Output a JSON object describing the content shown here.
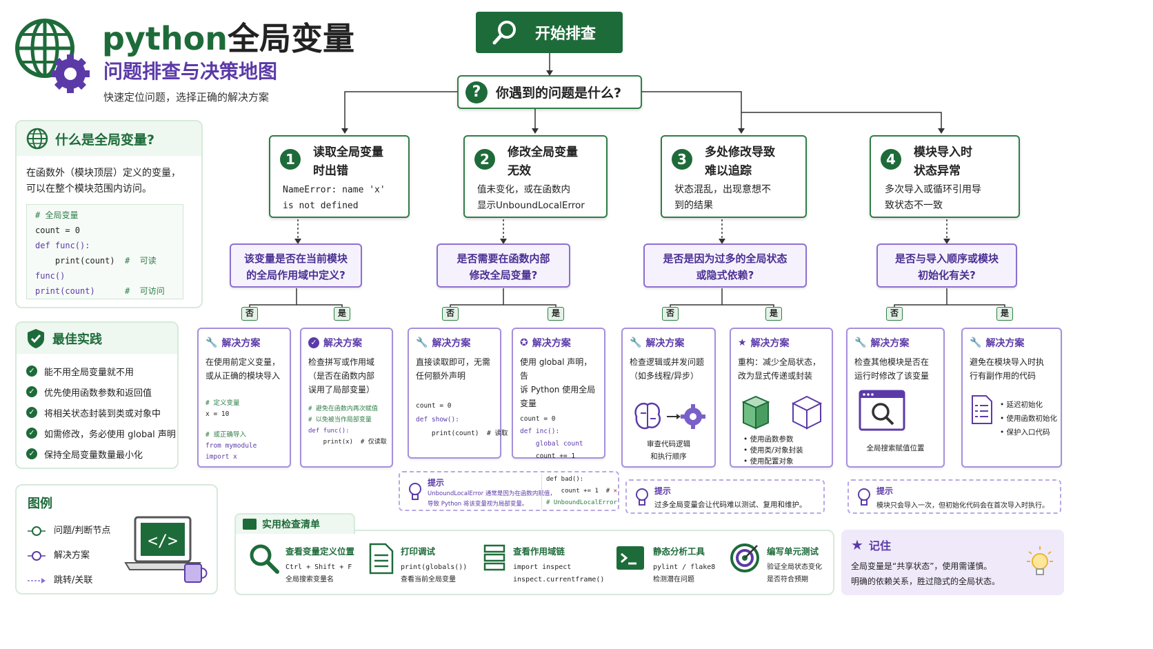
{
  "header": {
    "title_en": "python",
    "title_cn": "全局变量",
    "subtitle": "问题排查与决策地图",
    "desc": "快速定位问题，选择正确的解决方案"
  },
  "start": {
    "label": "开始排查"
  },
  "question": {
    "label": "你遇到的问题是什么?"
  },
  "what": {
    "title": "什么是全局变量?",
    "desc1": "在函数外（模块顶层）定义的变量，",
    "desc2": "可以在整个模块范围内访问。",
    "code": [
      {
        "code": "",
        "comment": "#  全局变量"
      },
      {
        "code": "count = 0",
        "comment": ""
      },
      {
        "code": "def func():",
        "comment": ""
      },
      {
        "code": "    print(count)",
        "comment": "  #  可读"
      },
      {
        "code": "func()",
        "comment": ""
      },
      {
        "code": "print(count)",
        "comment": "      #  可访问"
      }
    ]
  },
  "best": {
    "title": "最佳实践",
    "items": [
      "能不用全局变量就不用",
      "优先使用函数参数和返回值",
      "将相关状态封装到类或对象中",
      "如需修改，务必使用 global 声明",
      "保持全局变量数量最小化"
    ]
  },
  "legend": {
    "title": "图例",
    "items": [
      "问题/判断节点",
      "解决方案",
      "跳转/关联"
    ]
  },
  "problems": [
    {
      "num": "1",
      "title1": "读取全局变量",
      "title2": "时出错",
      "d1": "NameError: name 'x'",
      "d2": "is not defined"
    },
    {
      "num": "2",
      "title1": "修改全局变量",
      "title2": "无效",
      "d1": "值未变化，或在函数内",
      "d2": "显示UnboundLocalError"
    },
    {
      "num": "3",
      "title1": "多处修改导致",
      "title2": "难以追踪",
      "d1": "状态混乱，出现意想不",
      "d2": "到的结果"
    },
    {
      "num": "4",
      "title1": "模块导入时",
      "title2": "状态异常",
      "d1": "多次导入或循环引用导",
      "d2": "致状态不一致"
    }
  ],
  "decisions": [
    {
      "l1": "该变量是否在当前模块",
      "l2": "的全局作用域中定义?"
    },
    {
      "l1": "是否需要在函数内部",
      "l2": "修改全局变量?"
    },
    {
      "l1": "是否是因为过多的全局状态",
      "l2": "或隐式依赖?"
    },
    {
      "l1": "是否与导入顺序或模块",
      "l2": "初始化有关?"
    }
  ],
  "tags": {
    "no": "否",
    "yes": "是"
  },
  "sol_title": "解决方案",
  "solutions": [
    {
      "b1": "在使用前定义变量，",
      "b2": "或从正确的模块导入",
      "c1": "# 定义变量",
      "c2": "x = 10",
      "c3": "# 或正确导入",
      "c4": "from mymodule import x"
    },
    {
      "b1": "检查拼写或作用域",
      "b2": "（是否在函数内部",
      "b3": "误用了局部变量）",
      "c1": "# 避免在函数内再次赋值",
      "c2": "# 以免被当作局部变量",
      "c3": "def func():",
      "c4": "    print(x)  # 仅读取"
    },
    {
      "b1": "直接读取即可，无需",
      "b2": "任何额外声明",
      "c1": "count = 0",
      "c2": "def show():",
      "c3": "    print(count)  # 读取"
    },
    {
      "b1": "使用 global 声明，告",
      "b2": "诉 Python 使用全局",
      "b3": "变量",
      "c1": "count = 0",
      "c2": "def inc():",
      "c3": "    global count",
      "c4": "    count += 1"
    },
    {
      "b1": "检查逻辑或并发问题",
      "b2": "（如多线程/异步）",
      "c1": "审查代码逻辑",
      "c2": "和执行顺序"
    },
    {
      "b1": "重构：减少全局状态，",
      "b2": "改为显式传递或封装",
      "c1": "• 使用函数参数",
      "c2": "• 使用类/对象封装",
      "c3": "• 使用配置对象"
    },
    {
      "b1": "检查其他模块是否在",
      "b2": "运行时修改了该变量",
      "c1": "全局搜索赋值位置"
    },
    {
      "b1": "避免在模块导入时执",
      "b2": "行有副作用的代码",
      "c1": "• 延迟初始化",
      "c2": "• 使用函数初始化",
      "c3": "• 保护入口代码"
    }
  ],
  "tips": [
    {
      "title": "提示",
      "l1": "UnboundLocalError 通常是因为在函数内赋值，",
      "l2": "导致 Python 将该变量视为局部变量。",
      "c1": "def bad():",
      "c2": "    count += 1  #",
      "c3": "# UnboundLocalError"
    },
    {
      "title": "提示",
      "l1": "过多全局变量会让代码难以测试、复用和维护。"
    },
    {
      "title": "提示",
      "l1": "模块只会导入一次，但初始化代码会在首次导入时执行。"
    }
  ],
  "checklist": {
    "title": "实用检查清单",
    "tools": [
      {
        "t": "查看变量定义位置",
        "d1": "Ctrl + Shift + F",
        "d2": "全局搜索变量名"
      },
      {
        "t": "打印调试",
        "d1": "print(globals())",
        "d2": "查看当前全局变量"
      },
      {
        "t": "查看作用域链",
        "d1": "import inspect",
        "d2": "inspect.currentframe()"
      },
      {
        "t": "静态分析工具",
        "d1": "pylint / flake8",
        "d2": "检测潜在问题"
      },
      {
        "t": "编写单元测试",
        "d1": "验证全局状态变化",
        "d2": "是否符合预期"
      }
    ]
  },
  "remember": {
    "title": "记住",
    "l1": "全局变量是“共享状态”，使用需谨慎。",
    "l2": "明确的依赖关系，胜过隐式的全局状态。"
  },
  "colors": {
    "green": "#1e6b3a",
    "purple": "#5b3aa8"
  }
}
